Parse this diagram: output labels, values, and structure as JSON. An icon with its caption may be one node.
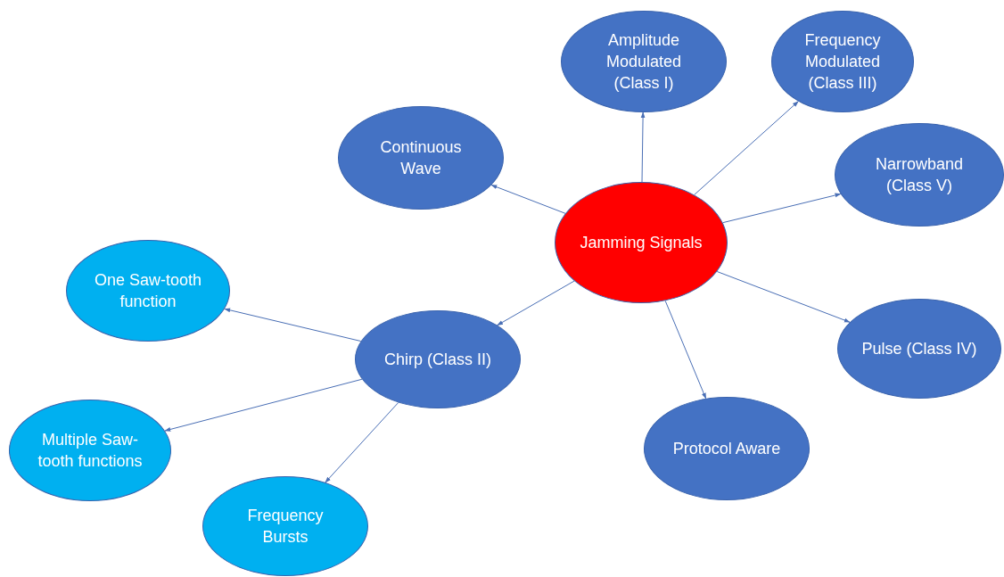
{
  "diagram": {
    "nodes": [
      {
        "text": [
          "Jamming Signals"
        ]
      },
      {
        "text": [
          "Amplitude Modulated (Class I)"
        ]
      },
      {
        "text": [
          "Frequency Modulated (Class III)"
        ]
      },
      {
        "text": [
          "Continuous Wave"
        ]
      },
      {
        "text": [
          "Narrowband (Class V)"
        ]
      },
      {
        "text": [
          "Chirp (Class II)"
        ]
      },
      {
        "text": [
          "Pulse (Class IV)"
        ]
      },
      {
        "text": [
          "Protocol Aware"
        ]
      },
      {
        "text": [
          "One Saw-tooth function"
        ]
      },
      {
        "text": [
          "Multiple Saw-tooth functions"
        ]
      },
      {
        "text": [
          "Frequency Bursts"
        ]
      }
    ],
    "edges": [
      {
        "from": 0,
        "to": 1,
        "arrow": "to"
      },
      {
        "from": 0,
        "to": 2,
        "arrow": "to"
      },
      {
        "from": 0,
        "to": 3,
        "arrow": "to"
      },
      {
        "from": 0,
        "to": 4,
        "arrow": "to"
      },
      {
        "from": 0,
        "to": 5,
        "arrow": "to"
      },
      {
        "from": 0,
        "to": 6,
        "arrow": "to"
      },
      {
        "from": 0,
        "to": 7,
        "arrow": "to"
      },
      {
        "from": 5,
        "to": 8,
        "arrow": "to"
      },
      {
        "from": 5,
        "to": 9,
        "arrow": "to"
      },
      {
        "from": 5,
        "to": 10,
        "arrow": "to"
      }
    ]
  }
}
